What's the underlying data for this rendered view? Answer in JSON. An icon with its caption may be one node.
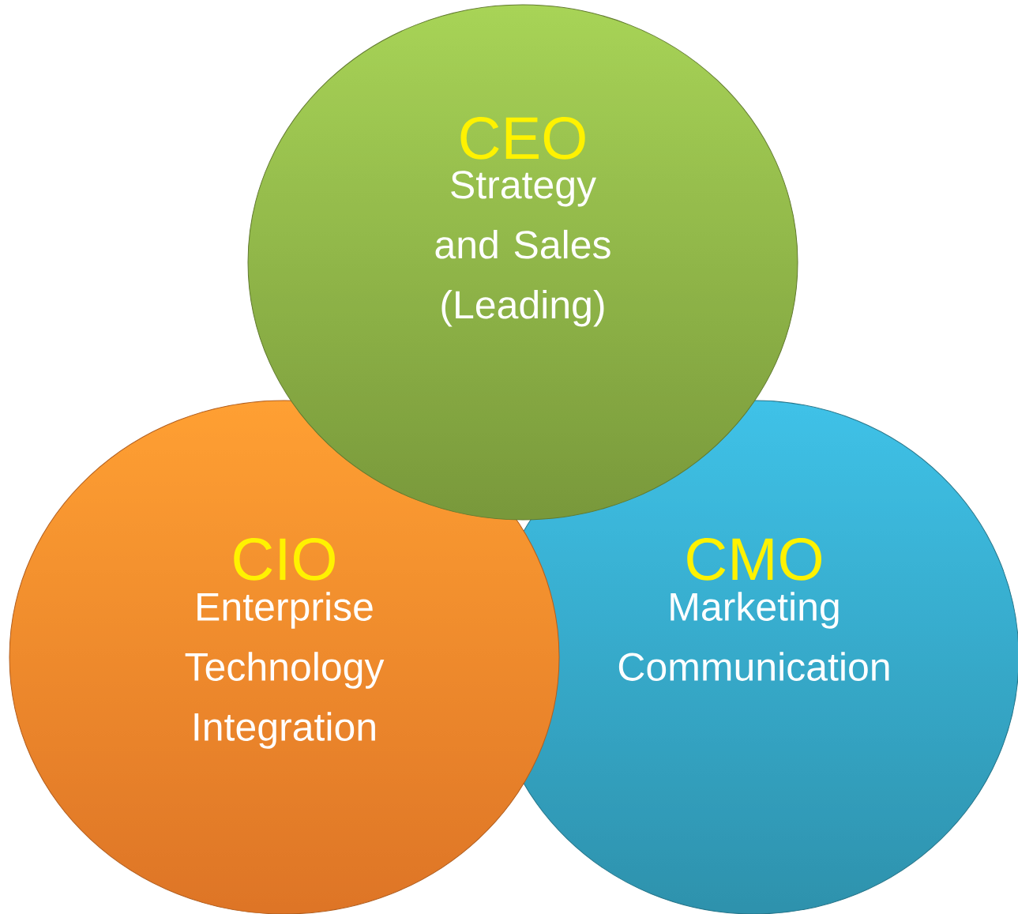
{
  "diagram": {
    "nodes": [
      {
        "text": [
          "CEO",
          "Strategy and Sales (Leading)"
        ]
      },
      {
        "text": [
          "CIO",
          "Enterprise Technology Integration"
        ]
      },
      {
        "text": [
          "CMO",
          "Marketing Communication"
        ]
      }
    ]
  }
}
